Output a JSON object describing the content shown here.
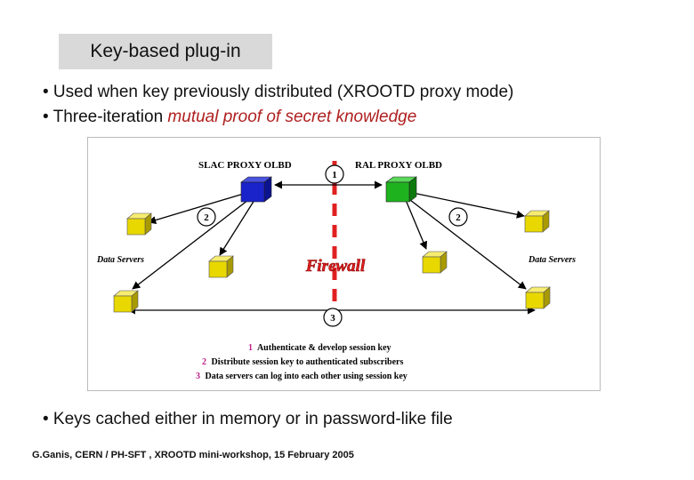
{
  "slide": {
    "title": "Key-based plug-in",
    "bullet1": "• Used when key previously distributed (XROOTD proxy mode)",
    "bullet2_prefix": "• Three-iteration ",
    "bullet2_emphasis": "mutual proof of secret knowledge",
    "bullet3": "• Keys cached either in memory or in password-like file",
    "footer": "G.Ganis, CERN / PH-SFT , XROOTD mini-workshop, 15 February 2005"
  },
  "diagram": {
    "left_proxy_label": "SLAC PROXY OLBD",
    "right_proxy_label": "RAL PROXY OLBD",
    "left_servers_label": "Data Servers",
    "right_servers_label": "Data Servers",
    "firewall_label": "Firewall",
    "step1": "1",
    "step2_left": "2",
    "step2_right": "2",
    "step3": "3",
    "legend": [
      {
        "num": "1",
        "text": "Authenticate & develop session key"
      },
      {
        "num": "2",
        "text": "Distribute session key to authenticated subscribers"
      },
      {
        "num": "3",
        "text": "Data servers can log into each other using session key"
      }
    ],
    "colors": {
      "left_proxy": "#1a23c9",
      "right_proxy": "#1fb21f",
      "data_server": "#e8d800",
      "firewall": "#e02020",
      "legend_number": "#c0208a"
    }
  }
}
